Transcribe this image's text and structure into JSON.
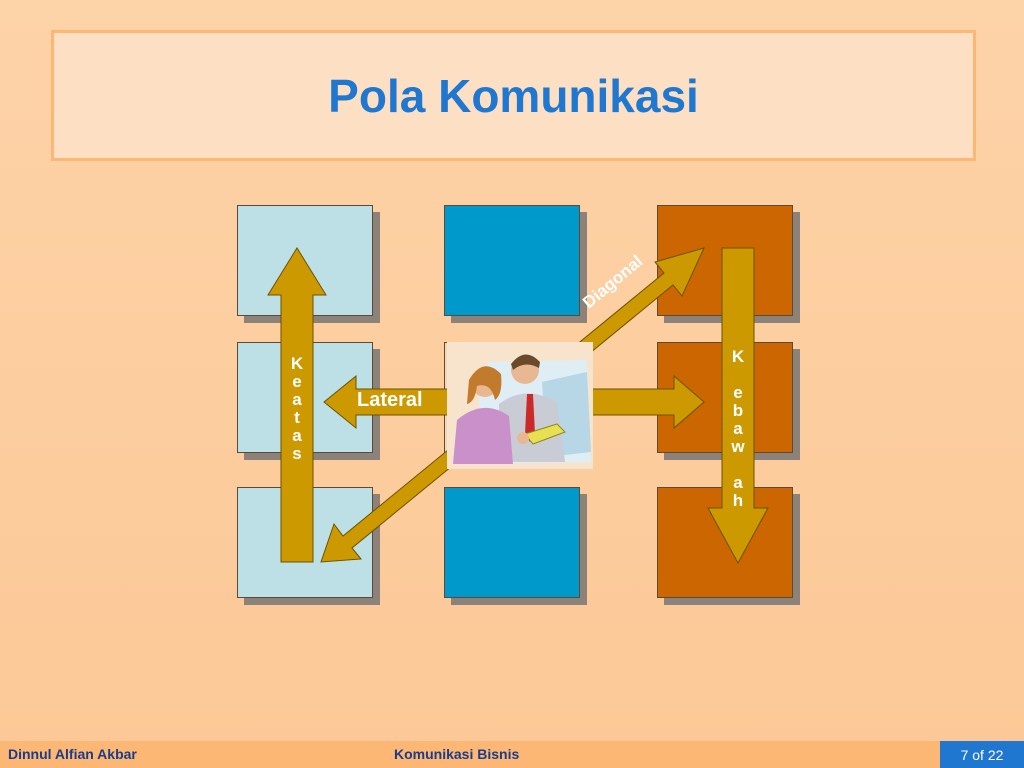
{
  "title": "Pola Komunikasi",
  "diagram": {
    "labels": {
      "keatas": "K\ne\na\nt\na\ns",
      "kebawah": "K\n\ne\nb\na\nw\n\na\nh",
      "lateral": "Lateral",
      "diagonal": "Diagonal"
    },
    "colors": {
      "column_left": "#bde0e6",
      "column_mid": "#0099cc",
      "column_right": "#cc6600",
      "arrow": "#cc9900"
    },
    "clipart_icon": "two-people-reading-icon"
  },
  "footer": {
    "author": "Dinnul Alfian Akbar",
    "course": "Komunikasi Bisnis",
    "page": "7 of 22"
  }
}
